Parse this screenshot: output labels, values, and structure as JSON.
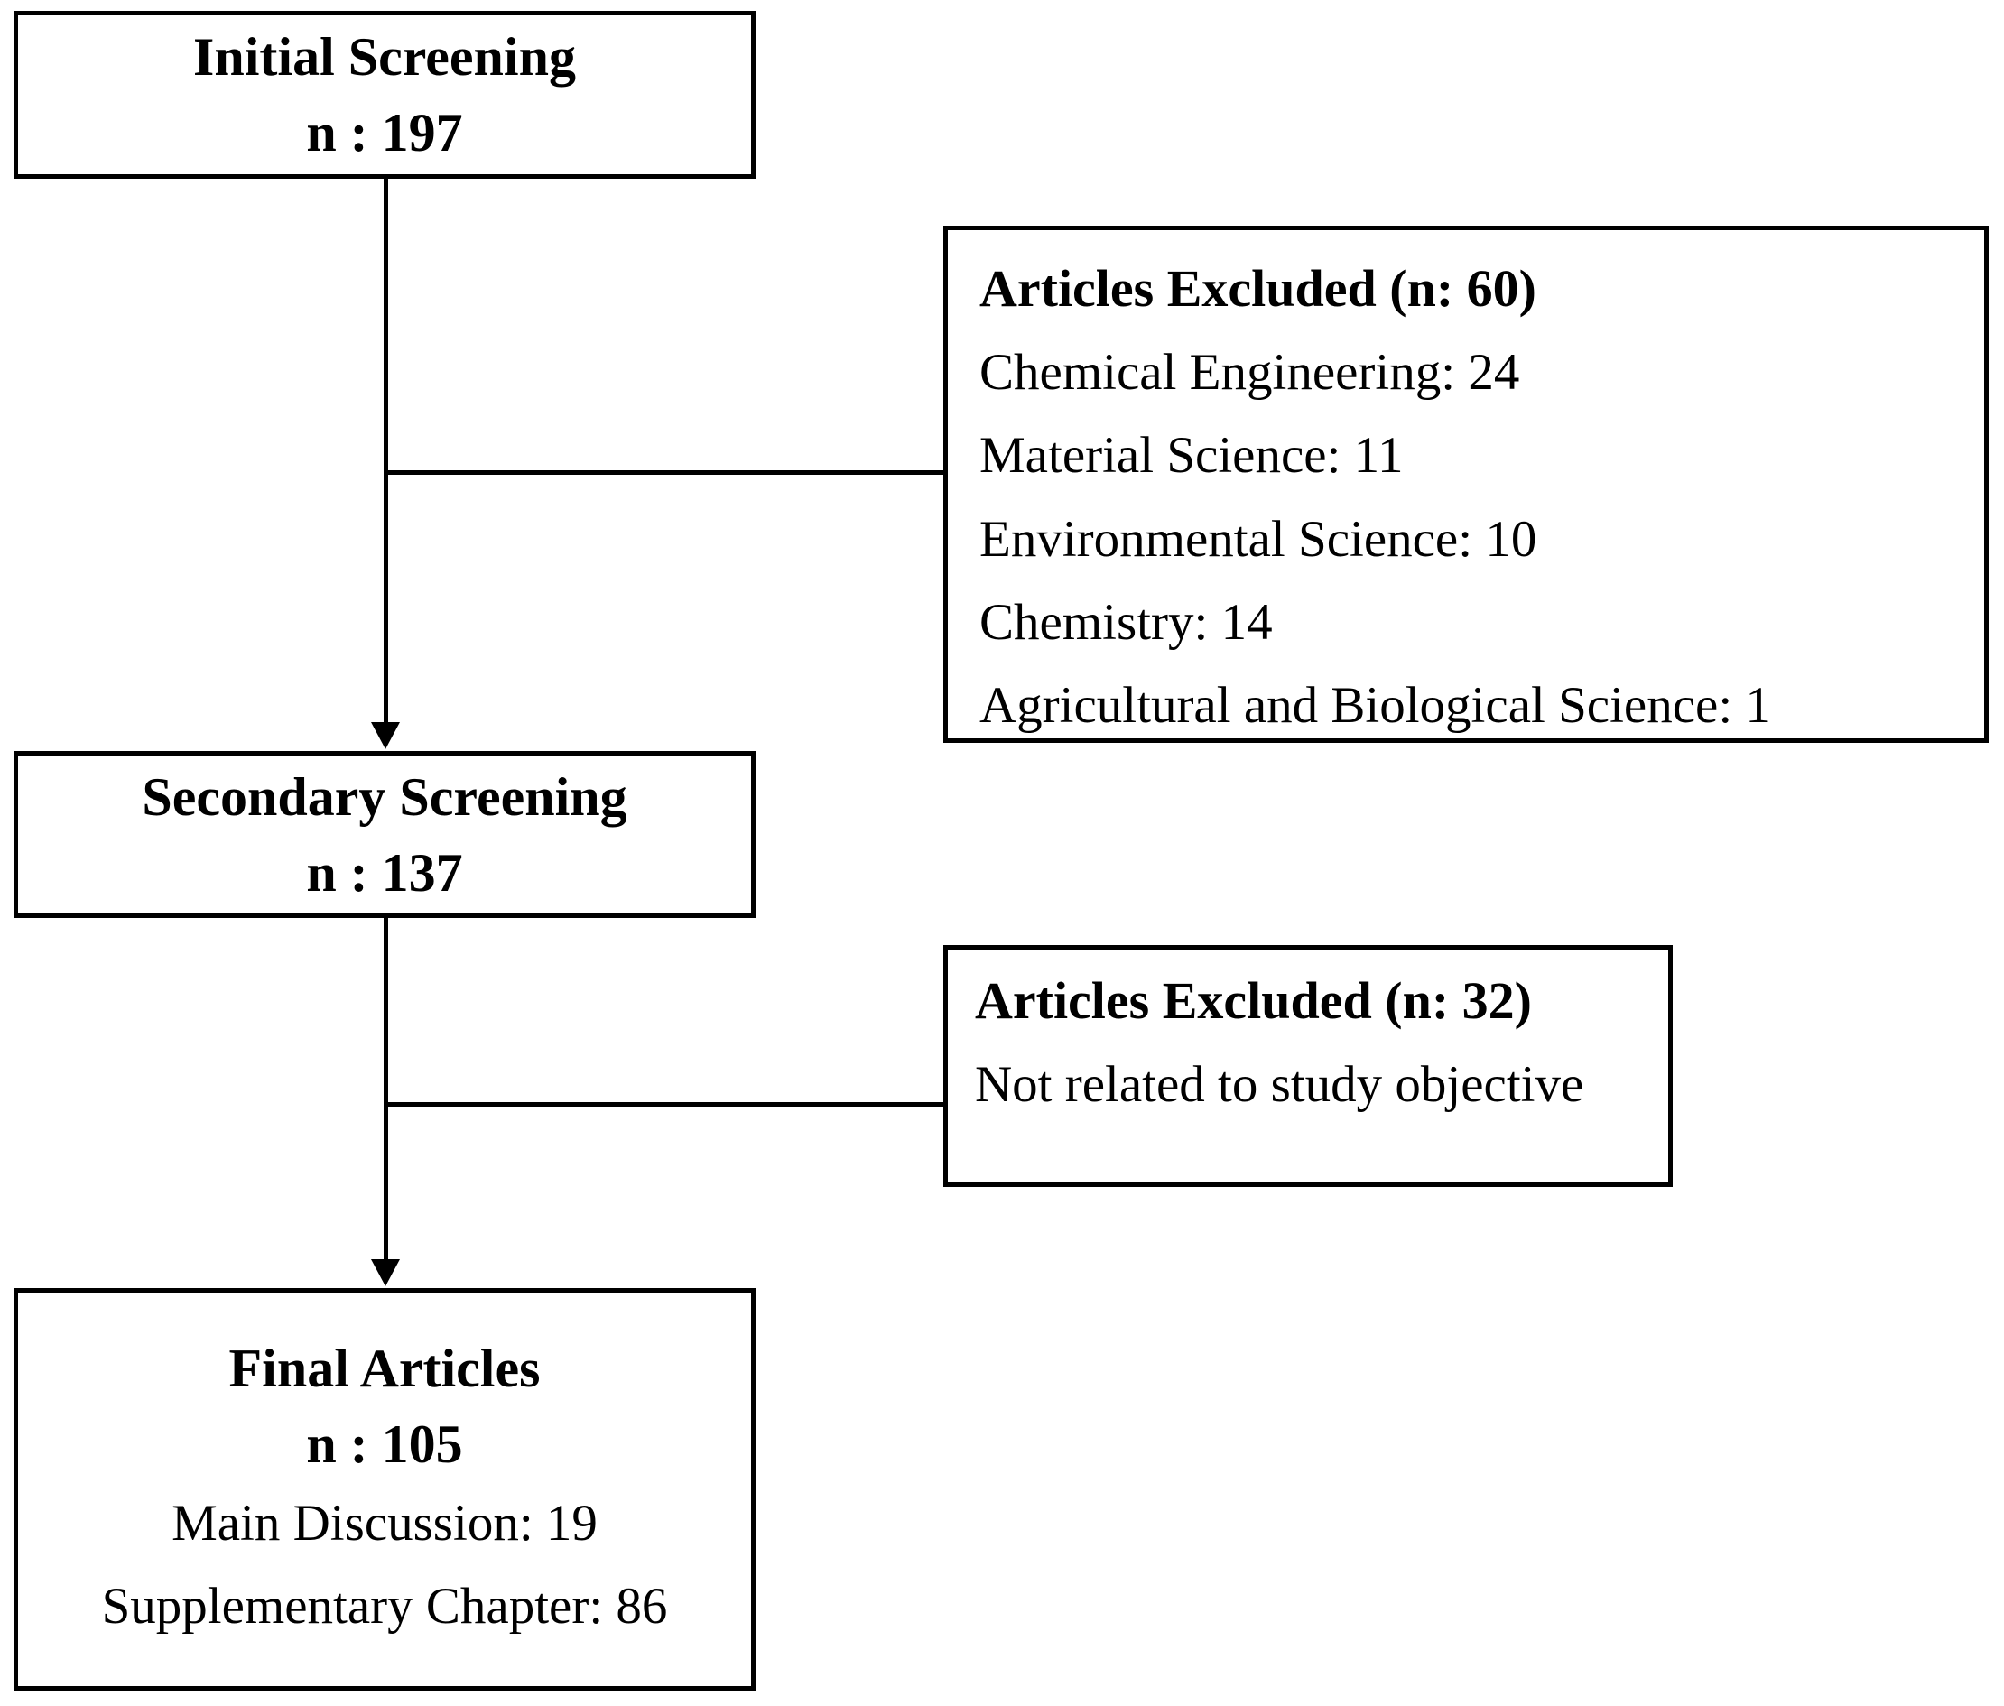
{
  "figure": {
    "background_color": "#ffffff",
    "line_color": "#000000",
    "boxes": {
      "initial": {
        "title": "Initial Screening",
        "count": "n : 197"
      },
      "excluded_initial": {
        "title": "Articles Excluded (n: 60)",
        "reasons": [
          "Chemical Engineering: 24",
          "Material Science: 11",
          "Environmental Science: 10",
          "Chemistry: 14",
          "Agricultural and Biological Science: 1"
        ]
      },
      "secondary": {
        "title": "Secondary Screening",
        "count": "n : 137"
      },
      "excluded_secondary": {
        "title": "Articles Excluded (n: 32)",
        "reason": "Not related to study objective"
      },
      "final": {
        "title": "Final Articles",
        "count": "n : 105",
        "breakdown": [
          "Main Discussion: 19",
          "Supplementary Chapter: 86"
        ]
      }
    }
  }
}
